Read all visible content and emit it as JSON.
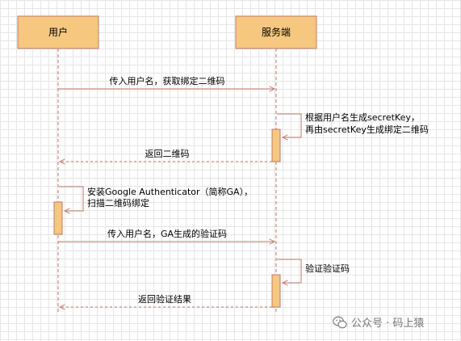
{
  "actors": {
    "user": "用户",
    "server": "服务端"
  },
  "messages": {
    "m1": "传入用户名，获取绑定二维码",
    "m2": "返回二维码",
    "m3": "传入用户名，GA生成的验证码",
    "m4": "返回验证结果"
  },
  "notes": {
    "n1_line1": "根据用户名生成secretKey，",
    "n1_line2": "再由secretKey生成绑定二维码",
    "n2_line1": "安装Google Authenticator（简称GA），",
    "n2_line2": "扫描二维码绑定",
    "n3": "验证验证码"
  },
  "watermark": "公众号 · 码上猿",
  "colors": {
    "box_fill": "#f6c77e",
    "line": "#c0796b",
    "grid": "#e6e6e6"
  }
}
